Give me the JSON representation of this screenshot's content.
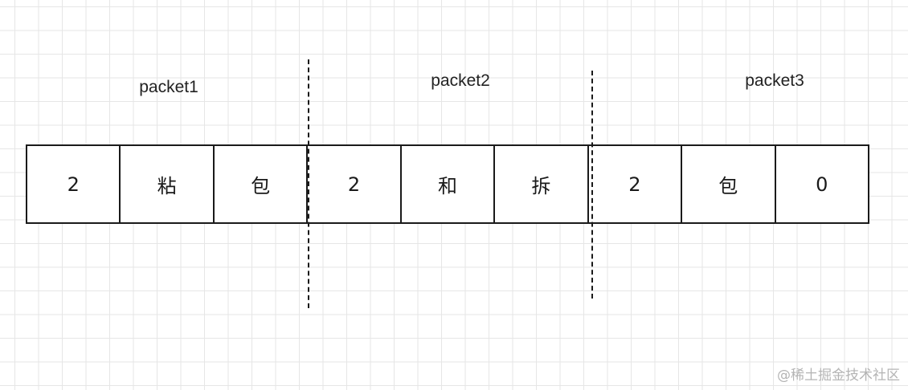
{
  "labels": [
    "packet1",
    "packet2",
    "packet3"
  ],
  "cells": [
    "2",
    "粘",
    "包",
    "2",
    "和",
    "拆",
    "2",
    "包",
    "0"
  ],
  "watermark": "@稀土掘金技术社区",
  "colors": {
    "grid": "#e6e6e6",
    "stroke": "#1a1a1a",
    "watermark": "#b4b4b4"
  }
}
